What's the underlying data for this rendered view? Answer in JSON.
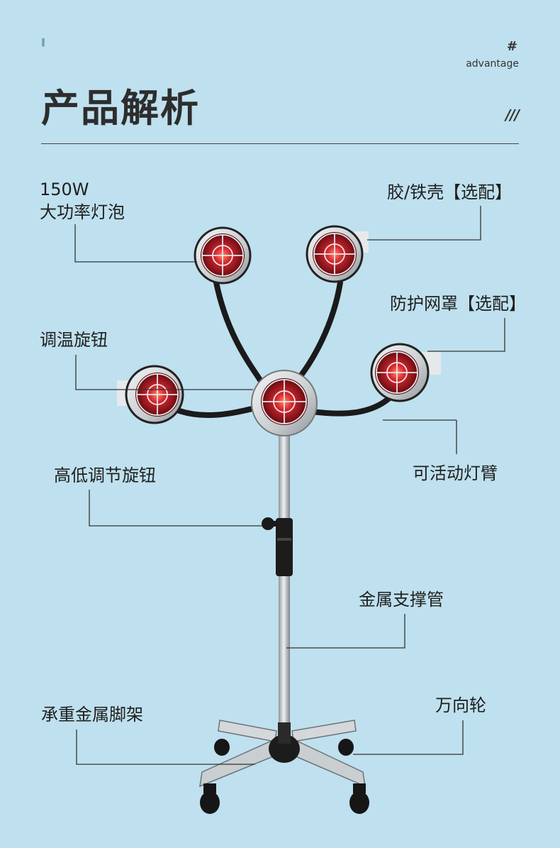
{
  "header": {
    "corner_mark": "∥",
    "hash": "#",
    "subtitle": "advantage",
    "title": "产品解析",
    "slashes": "///"
  },
  "labels": {
    "bulb_power": "150W",
    "bulb_name": "大功率灯泡",
    "shell": "胶/铁壳【选配】",
    "mesh": "防护网罩【选配】",
    "temp_knob": "调温旋钮",
    "arm": "可活动灯臂",
    "height_knob": "高低调节旋钮",
    "tube": "金属支撑管",
    "base": "承重金属脚架",
    "wheel": "万向轮"
  },
  "colors": {
    "background": "#bfe0ee",
    "bulb_red": "#c0202a",
    "shell_silver": "#d9dde0",
    "leader_line": "#333333"
  }
}
